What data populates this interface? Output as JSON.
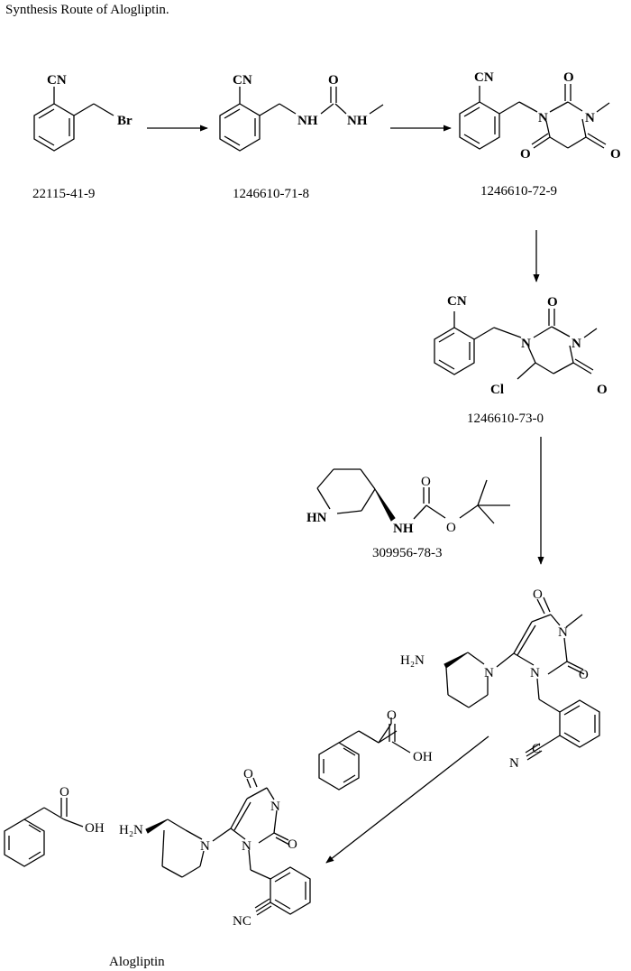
{
  "title": "Synthesis Route of Alogliptin.",
  "compounds": {
    "c1": "22115-41-9",
    "c2": "1246610-71-8",
    "c3": "1246610-72-9",
    "c4": "1246610-73-0",
    "reagent": "309956-78-3",
    "final": "Alogliptin"
  },
  "atoms": {
    "cn": "CN",
    "br": "Br",
    "nh": "NH",
    "o": "O",
    "n": "N",
    "cl": "Cl",
    "hn": "HN",
    "oh": "OH",
    "h2n": "H₂N",
    "nc": "NC",
    "n_c": "N",
    "c_n": "C"
  }
}
